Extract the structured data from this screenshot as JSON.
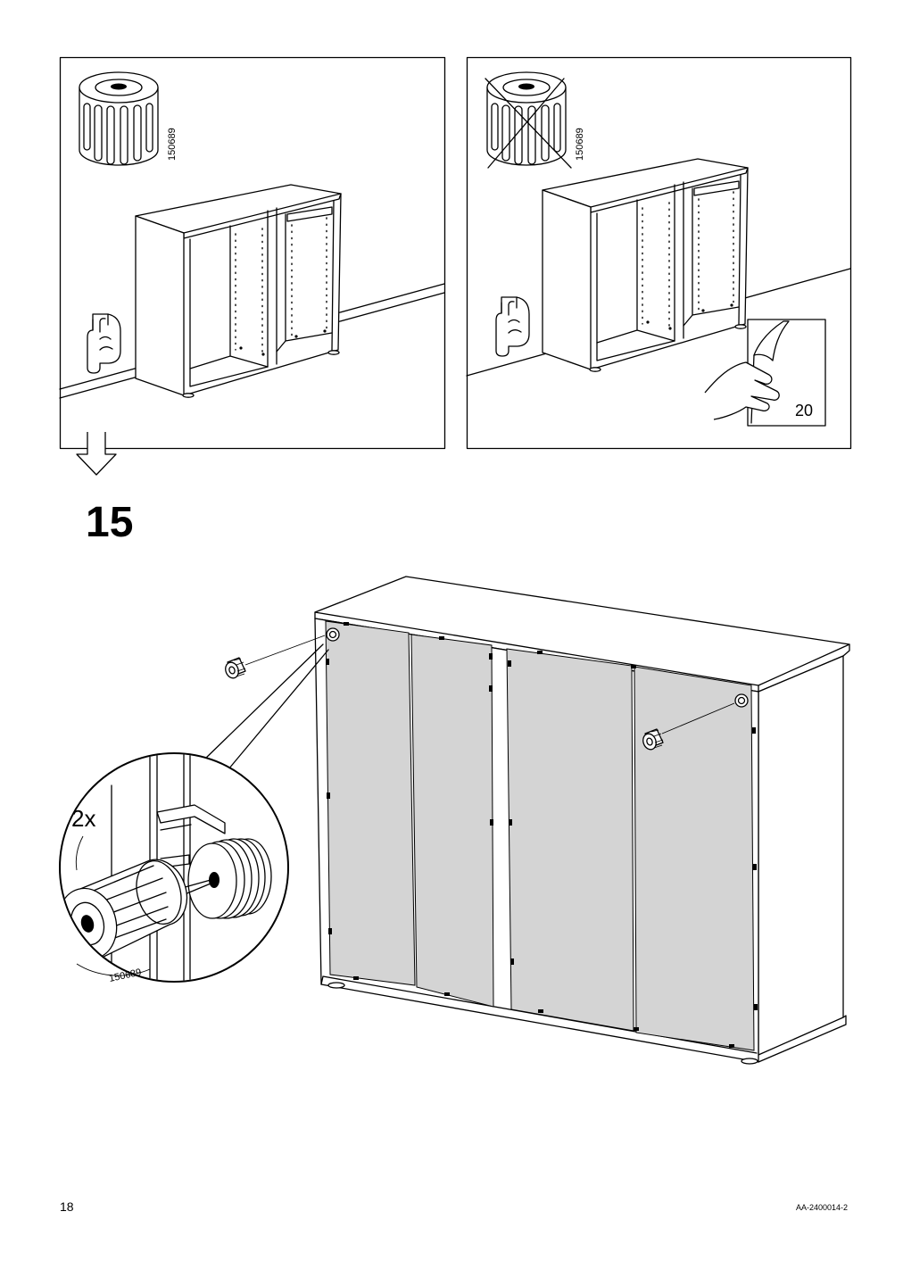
{
  "page": {
    "number": "18",
    "doc_id": "AA-2400014-2"
  },
  "info_panels": [
    {
      "part_number": "150689",
      "crossed_out": false,
      "icons": [
        "bumper-icon",
        "hand-pointing-icon"
      ]
    },
    {
      "part_number": "150689",
      "crossed_out": true,
      "sticker_count": "20",
      "icons": [
        "bumper-icon",
        "cross-out-icon",
        "hand-pointing-icon",
        "peel-sticker-icon"
      ]
    }
  ],
  "step": {
    "number": "15",
    "quantity": "2x",
    "part_number": "150689",
    "icons": [
      "down-arrow-icon",
      "bumper-icon",
      "magnify-callout"
    ]
  },
  "colors": {
    "line": "#000000",
    "back_panel_fill": "#d4d4d4",
    "background": "#ffffff"
  }
}
